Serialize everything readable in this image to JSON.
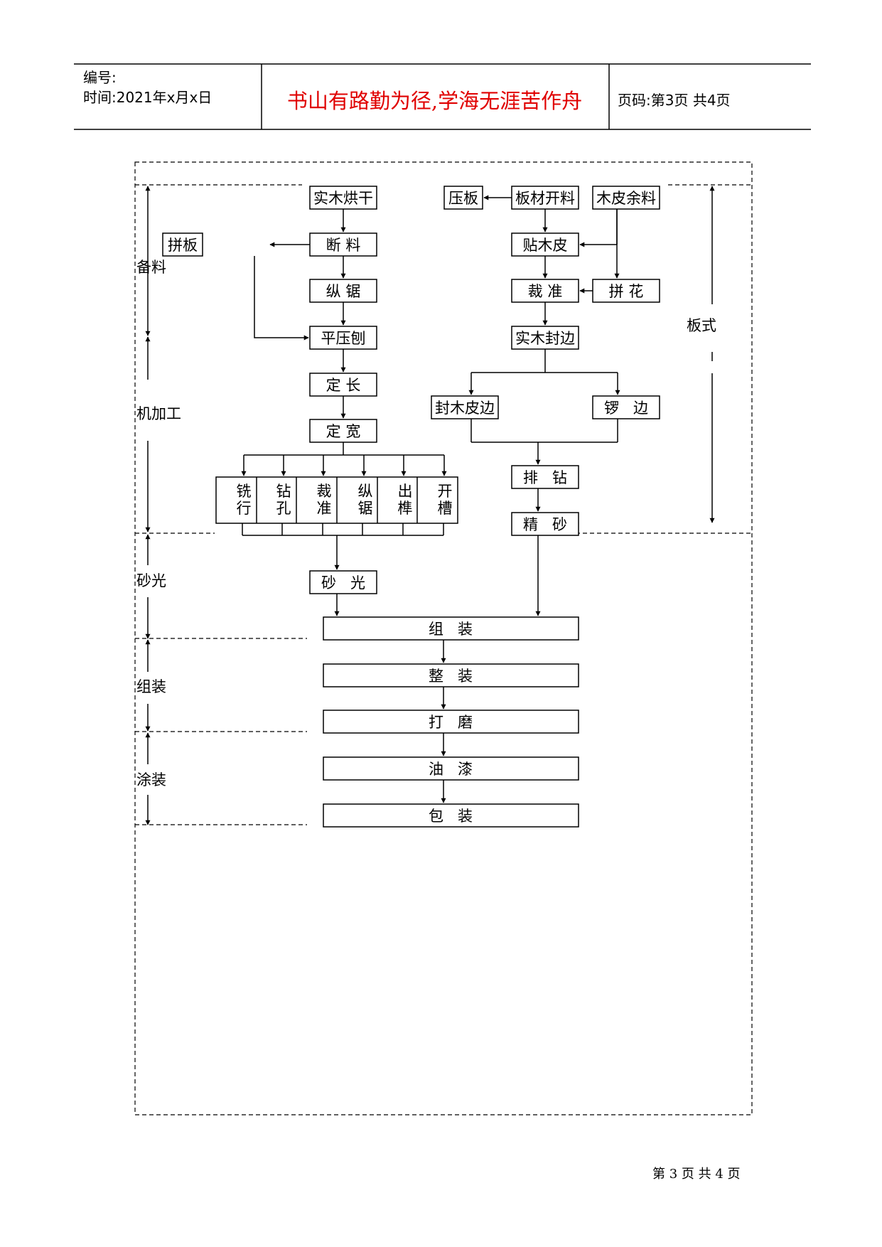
{
  "header": {
    "serial_label": "编号:",
    "date_label": "时间:2021年x月x日",
    "motto": "书山有路勤为径,学海无涯苦作舟",
    "page_info": "页码:第3页  共4页"
  },
  "stages": {
    "beiliao": "备料",
    "jijiagong": "机加工",
    "shaguang": "砂光",
    "zuzhuang": "组装",
    "tuzhuang": "涂装",
    "banshi": "板式"
  },
  "nodes": {
    "pinban": "拼板",
    "shimu_honggan": "实木烘干",
    "duanliao": "断 料",
    "zongju": "纵 锯",
    "pingyabao": "平压刨",
    "dingchang": "定 长",
    "dingkuan": "定 宽",
    "xixing": "铣\n行",
    "zuankong": "钻\n孔",
    "caizhun_v": "裁\n准",
    "zongju_v": "纵\n锯",
    "chusun": "出\n榫",
    "kaicao": "开\n槽",
    "shaguang_box": "砂   光",
    "yaban": "压板",
    "bancai_kailiao": "板材开料",
    "mupi_yuliao": "木皮余料",
    "tiemupi": "贴木皮",
    "caizhun": "裁 准",
    "pinhua": "拼 花",
    "shimu_fengbian": "实木封边",
    "feng_mupi_bian": "封木皮边",
    "luobian": "锣   边",
    "paizuan": "排   钻",
    "jingsha": "精   砂",
    "zuzhuang_box": "组   装",
    "zhengzhuang": "整   装",
    "damo": "打   磨",
    "youqi": "油   漆",
    "baozhuang": "包   装"
  },
  "footer": "第 3 页 共 4 页"
}
